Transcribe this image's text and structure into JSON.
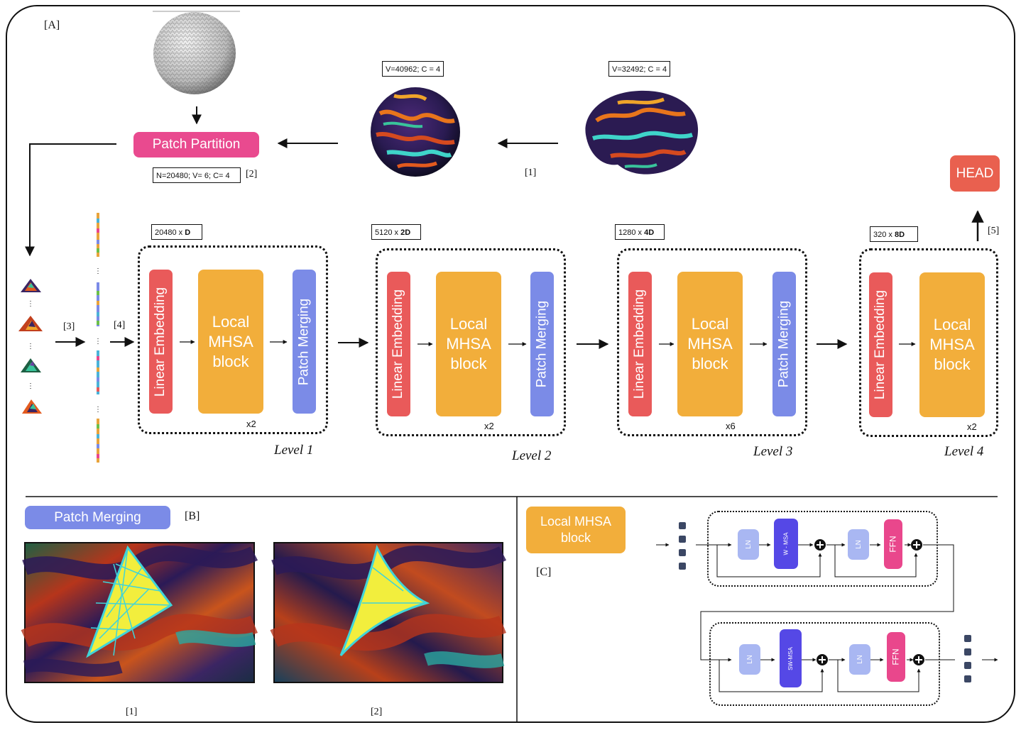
{
  "panel_a": {
    "tag": "[A]",
    "patch_partition": "Patch Partition",
    "sphere_label": "V=40962; C = 4",
    "brain_label": "V=32492; C = 4",
    "partition_label": "N=20480; V= 6; C= 4",
    "step1": "[1]",
    "step2": "[2]",
    "step3": "[3]",
    "step4": "[4]",
    "step5": "[5]",
    "head": "HEAD",
    "levels": [
      {
        "dim_pre": "20480 x ",
        "dim_bold": "D",
        "linear": "Linear Embedding",
        "mhsa": "Local MHSA block",
        "merge": "Patch Merging",
        "repeat": "x2",
        "name": "Level 1"
      },
      {
        "dim_pre": "5120 x ",
        "dim_bold": "2D",
        "linear": "Linear Embedding",
        "mhsa": "Local MHSA block",
        "merge": "Patch Merging",
        "repeat": "x2",
        "name": "Level 2"
      },
      {
        "dim_pre": "1280 x ",
        "dim_bold": "4D",
        "linear": "Linear Embedding",
        "mhsa": "Local MHSA block",
        "merge": "Patch Merging",
        "repeat": "x6",
        "name": "Level 3"
      },
      {
        "dim_pre": "320 x ",
        "dim_bold": "8D",
        "linear": "Linear Embedding",
        "mhsa": "Local MHSA block",
        "repeat": "x2",
        "name": "Level 4"
      }
    ]
  },
  "panel_b": {
    "chip": "Patch Merging",
    "tag": "[B]",
    "img1_label": "[1]",
    "img2_label": "[2]"
  },
  "panel_c": {
    "chip": "Local MHSA block",
    "tag": "[C]",
    "row1": {
      "ln1": "LN",
      "attn": "W - MSA",
      "ln2": "LN",
      "ffn": "FFN"
    },
    "row2": {
      "ln1": "LN",
      "attn": "SW-MSA",
      "ln2": "LN",
      "ffn": "FFN"
    }
  },
  "colors": {
    "patch_partition": "#e94a8f",
    "linear_embedding": "#e95a5a",
    "mhsa": "#f2ae3b",
    "patch_merging": "#7b8be7",
    "head": "#e9604f"
  }
}
